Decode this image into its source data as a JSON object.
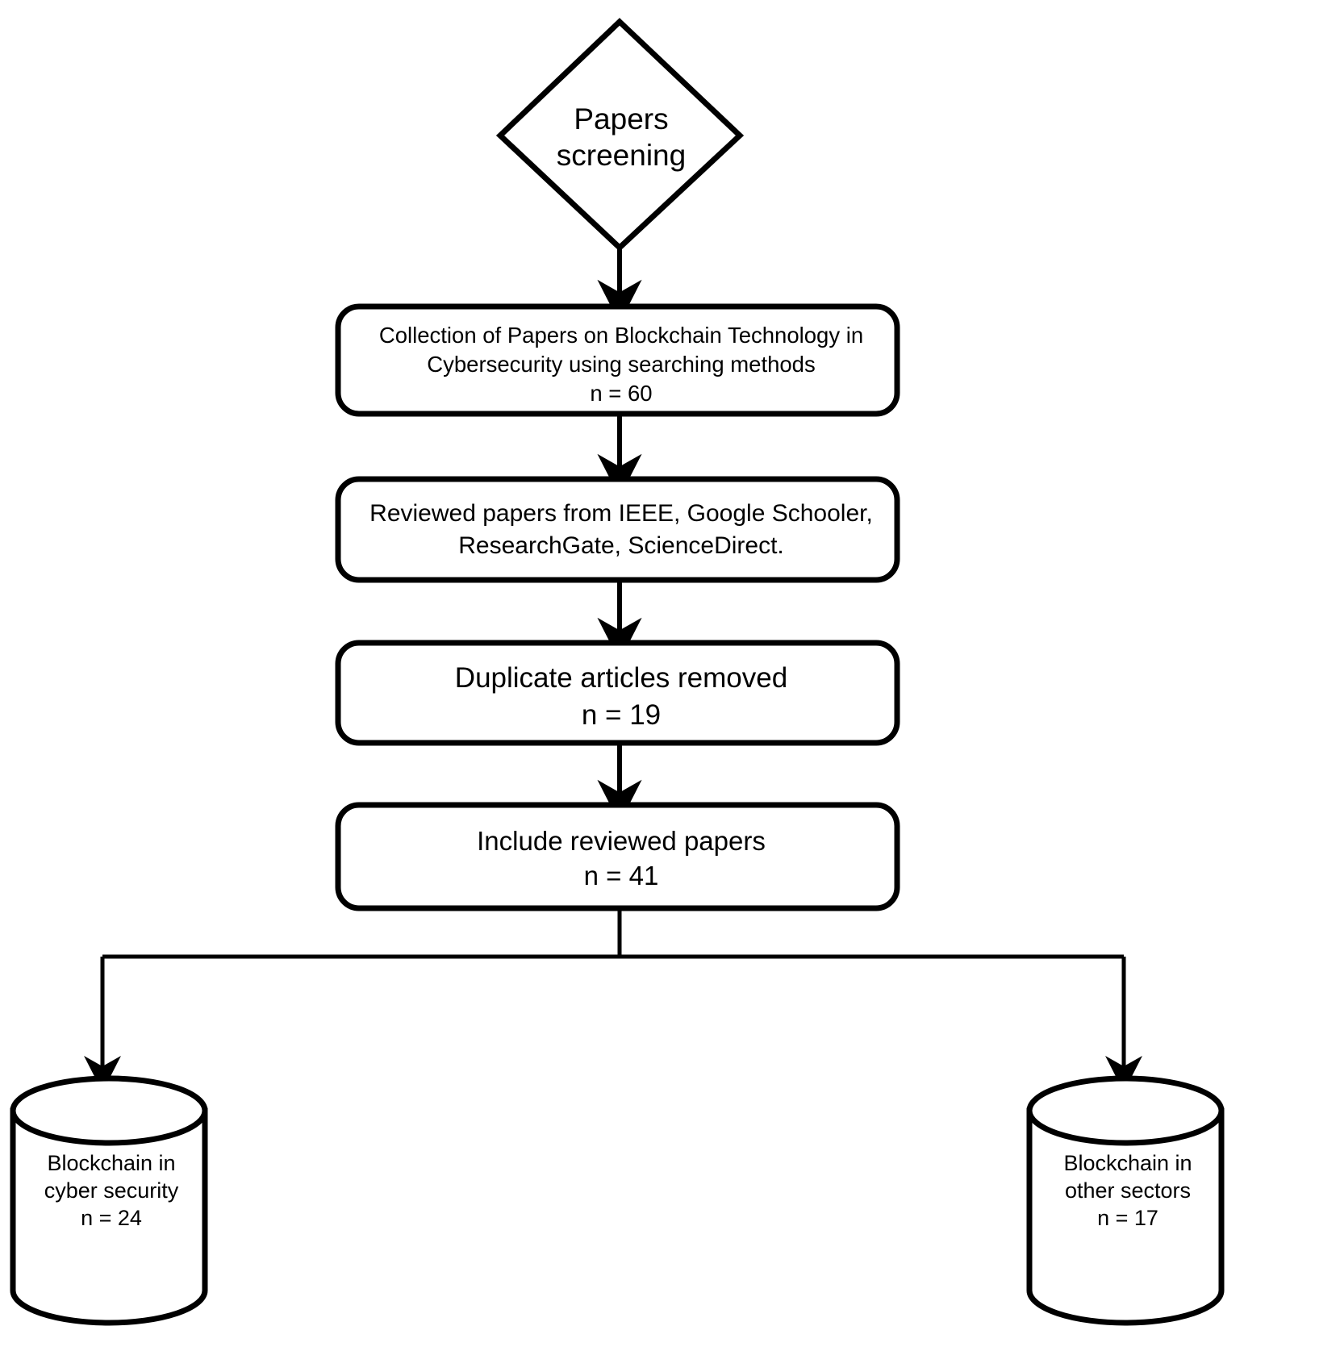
{
  "diagram": {
    "title": "Papers screening flow diagram",
    "stroke_color": "#000000",
    "fill_color": "#ffffff",
    "nodes": {
      "screening": {
        "shape": "diamond",
        "label": "Papers\nscreening"
      },
      "collection": {
        "shape": "rounded-rectangle",
        "label": "Collection of Papers on Blockchain Technology in\nCybersecurity using searching methods\nn = 60",
        "count": "n = 60"
      },
      "reviewed_sources": {
        "shape": "rounded-rectangle",
        "label": "Reviewed papers from IEEE, Google  Schooler,\nResearchGate, ScienceDirect."
      },
      "duplicates": {
        "shape": "rounded-rectangle",
        "label": "Duplicate articles removed\nn = 19",
        "count": "n = 19"
      },
      "included": {
        "shape": "rounded-rectangle",
        "label": "Include reviewed papers\nn = 41",
        "count": "n = 41"
      },
      "cyber_security": {
        "shape": "cylinder",
        "label": "Blockchain in\ncyber security\nn = 24",
        "count": "n = 24"
      },
      "other_sectors": {
        "shape": "cylinder",
        "label": "Blockchain in\nother sectors\nn = 17",
        "count": "n = 17"
      }
    },
    "connectors": [
      {
        "from": "screening",
        "to": "collection",
        "type": "arrow-down"
      },
      {
        "from": "collection",
        "to": "reviewed_sources",
        "type": "arrow-down"
      },
      {
        "from": "reviewed_sources",
        "to": "duplicates",
        "type": "arrow-down"
      },
      {
        "from": "duplicates",
        "to": "included",
        "type": "arrow-down"
      },
      {
        "from": "included",
        "to": "cyber_security",
        "type": "split-left-arrow-down"
      },
      {
        "from": "included",
        "to": "other_sectors",
        "type": "split-right-arrow-down"
      }
    ]
  }
}
